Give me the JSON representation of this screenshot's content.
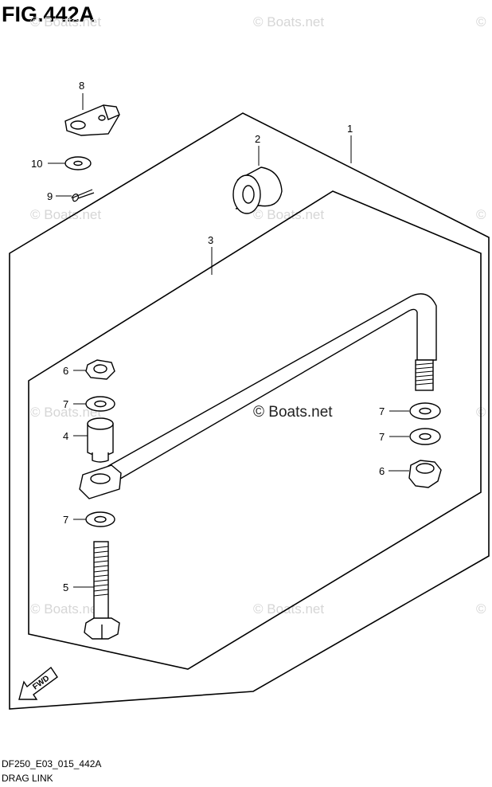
{
  "figure": {
    "title": "FIG.442A",
    "code": "DF250_E03_015_442A",
    "name": "DRAG LINK"
  },
  "watermark": {
    "text": "© Boats.net",
    "corner_mark": "©"
  },
  "fwd_label": "FWD",
  "callouts": {
    "c1": "1",
    "c2": "2",
    "c3": "3",
    "c4": "4",
    "c5": "5",
    "c6a": "6",
    "c6b": "6",
    "c7a": "7",
    "c7b": "7",
    "c7c": "7",
    "c7d": "7",
    "c8": "8",
    "c9": "9",
    "c10": "10"
  },
  "colors": {
    "line": "#000000",
    "watermark": "#d6d6d6",
    "background": "#ffffff"
  }
}
